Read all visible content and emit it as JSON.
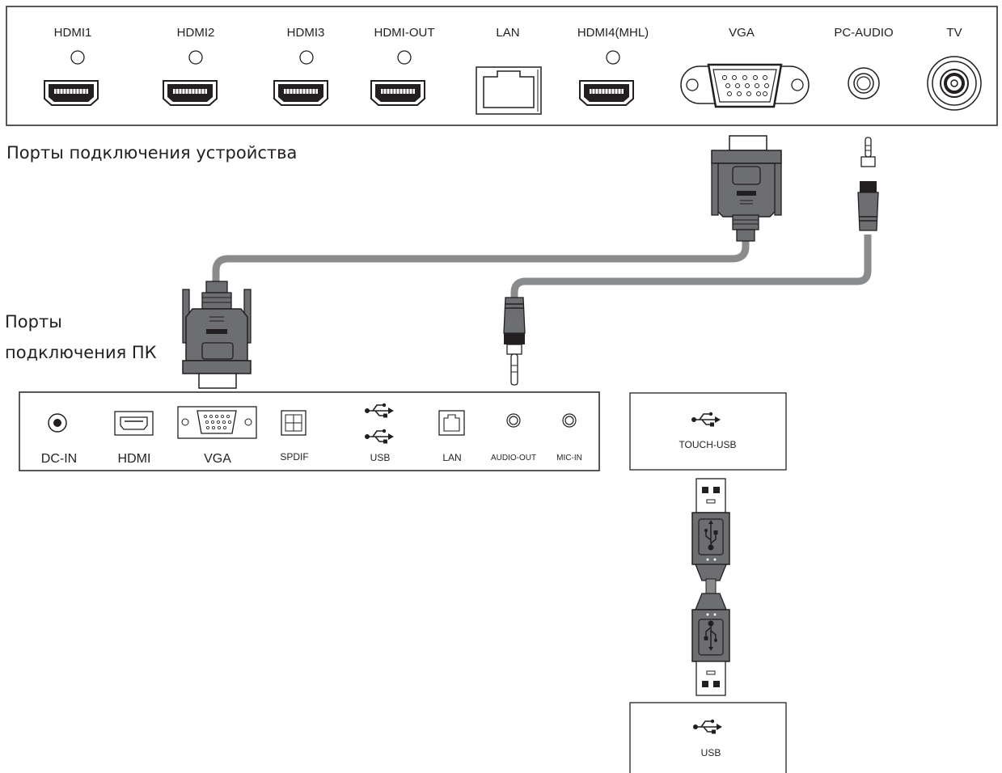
{
  "device_panel": {
    "ports": [
      "HDMI1",
      "HDMI2",
      "HDMI3",
      "HDMI-OUT",
      "LAN",
      "HDMI4(MHL)",
      "VGA",
      "PC-AUDIO",
      "TV"
    ]
  },
  "device_caption": "Порты подключения устройства",
  "pc_caption_line1": "Порты",
  "pc_caption_line2": "подключения ПК",
  "pc_panel": {
    "ports": [
      "DC-IN",
      "HDMI",
      "VGA",
      "SPDIF",
      "USB",
      "LAN",
      "AUDIO-OUT",
      "MIC-IN"
    ]
  },
  "touch_usb_label": "TOUCH-USB",
  "usb_label": "USB",
  "icons": [
    "hdmi-port-icon",
    "rj45-port-icon",
    "vga-port-icon",
    "audio-jack-icon",
    "coax-port-icon",
    "usb-symbol-icon",
    "spdif-port-icon",
    "dc-in-icon"
  ]
}
